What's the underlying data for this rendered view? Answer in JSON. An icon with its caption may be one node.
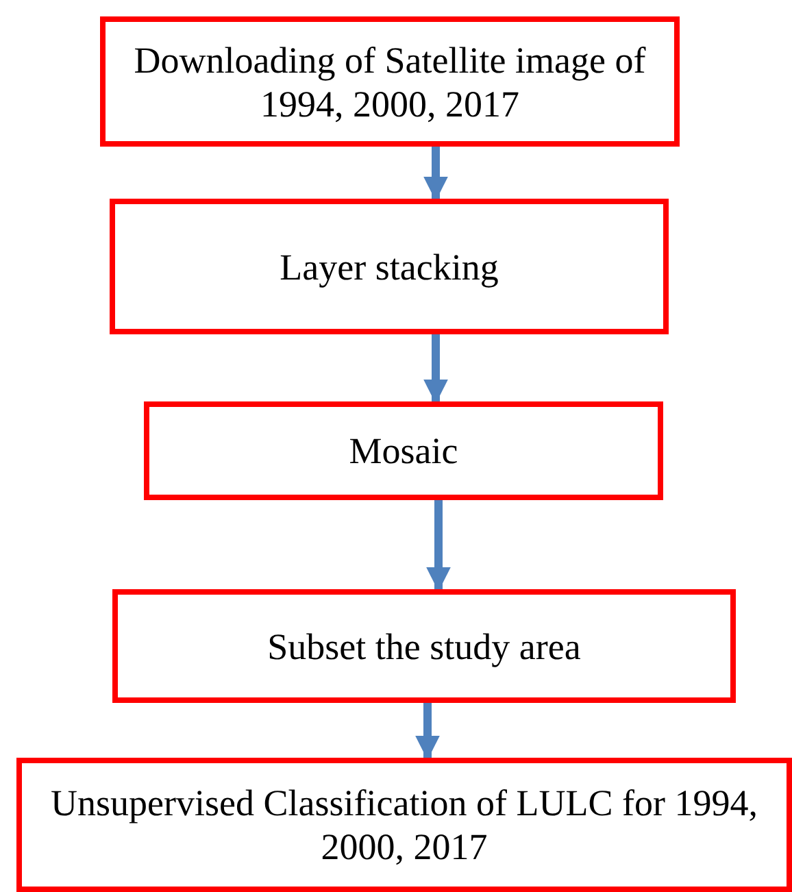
{
  "diagram": {
    "nodes": [
      {
        "text": [
          "Downloading of Satellite image of 1994, 2000, 2017"
        ]
      },
      {
        "text": [
          "Layer stacking"
        ]
      },
      {
        "text": [
          "Mosaic"
        ]
      },
      {
        "text": [
          "Subset the study area"
        ]
      },
      {
        "text": [
          "Unsupervised Classification of LULC for 1994, 2000, 2017"
        ]
      }
    ],
    "edges": [
      {
        "from": 0,
        "to": 1,
        "arrow": "to"
      },
      {
        "from": 1,
        "to": 2,
        "arrow": "to"
      },
      {
        "from": 2,
        "to": 3,
        "arrow": "to"
      },
      {
        "from": 3,
        "to": 4,
        "arrow": "to"
      }
    ]
  }
}
